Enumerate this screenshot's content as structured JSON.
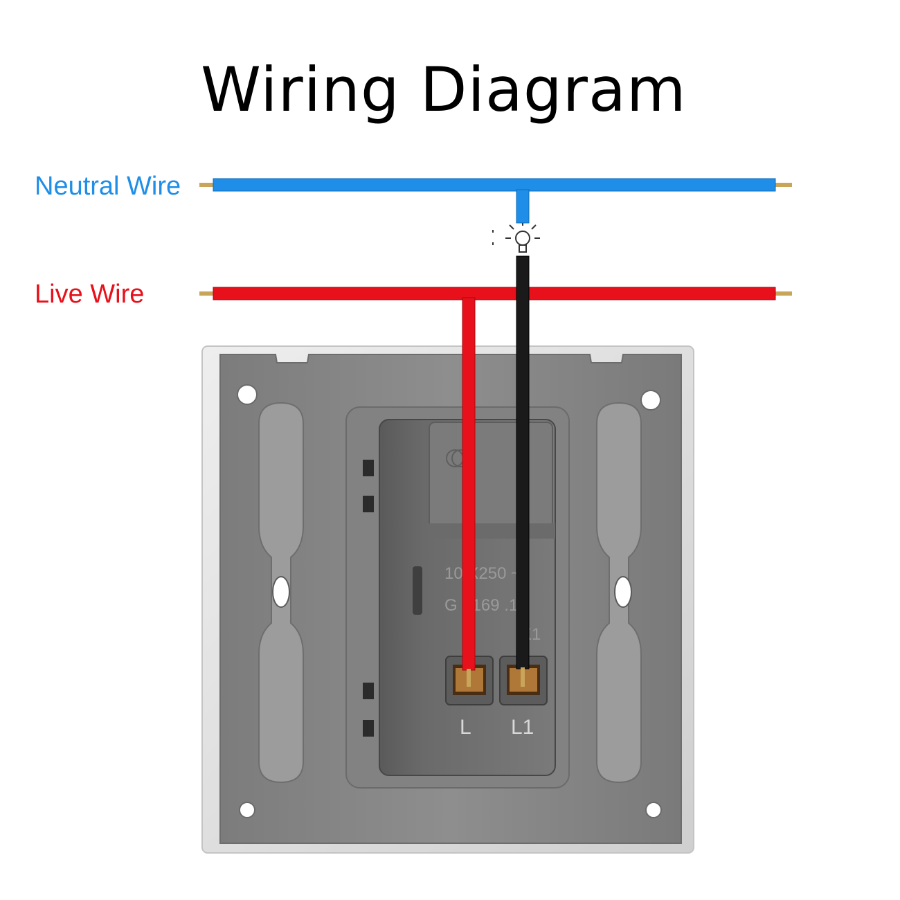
{
  "title": "Wiring Diagram",
  "labels": {
    "neutral": "Neutral Wire",
    "live": "Live Wire"
  },
  "terminals": {
    "left": "L",
    "right": "L1"
  },
  "switch_print": {
    "line1": "10  X250 ~",
    "line2": "G   T169  .1",
    "line3": "K1"
  },
  "colors": {
    "neutral": "#1f8ee8",
    "live": "#e8101a",
    "load": "#1a1a1a",
    "conductor": "#c9a55a",
    "plate": "#dedede",
    "backplate": "#8a8a8a",
    "module": "#727272"
  }
}
